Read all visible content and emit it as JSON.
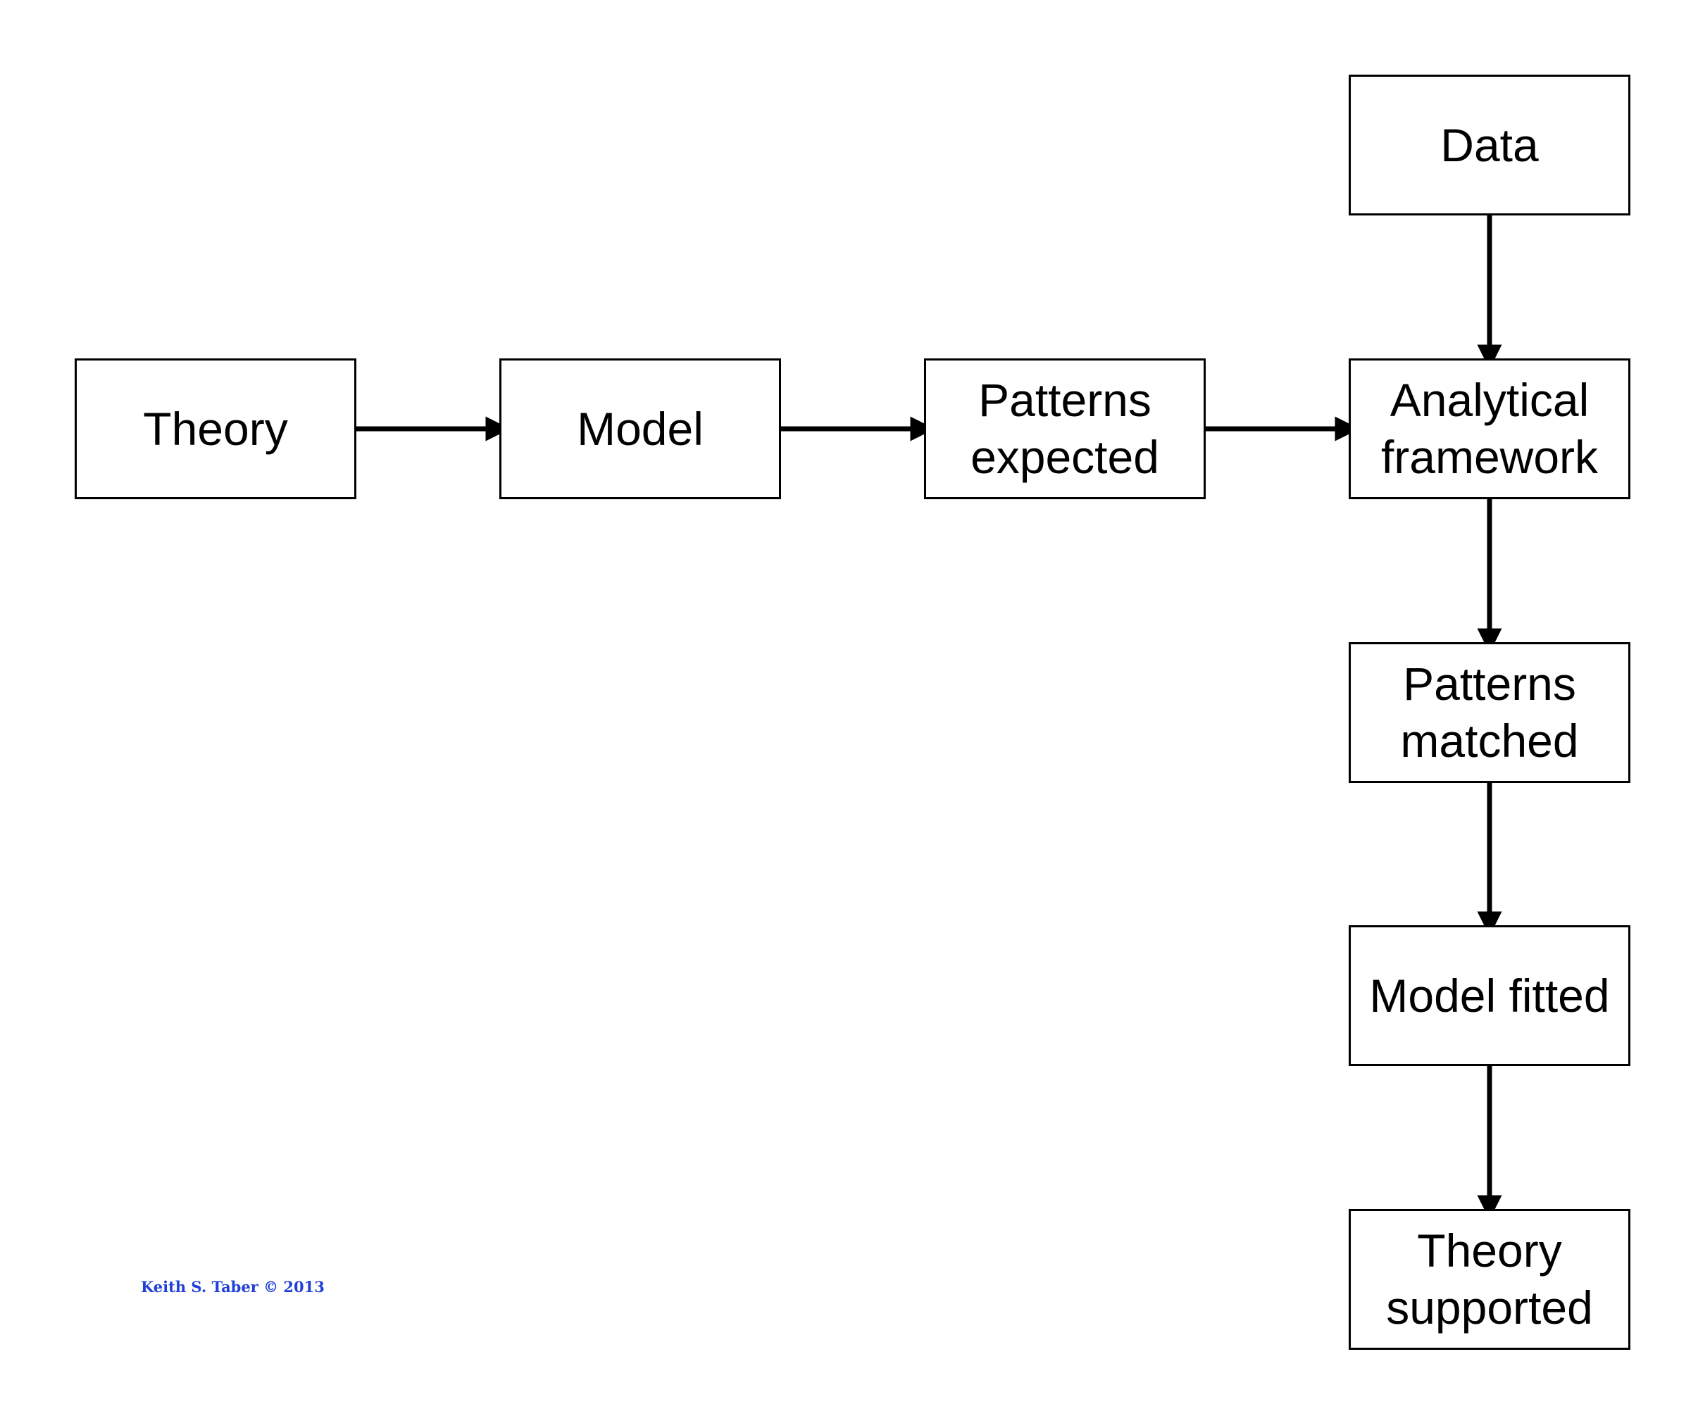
{
  "diagram": {
    "nodes": {
      "theory": "Theory",
      "model": "Model",
      "patterns_expected": "Patterns\nexpected",
      "data": "Data",
      "analytical_framework": "Analytical\nframework",
      "patterns_matched": "Patterns\nmatched",
      "model_fitted": "Model fitted",
      "theory_supported": "Theory\nsupported"
    },
    "edges": [
      {
        "from": "Theory",
        "to": "Model"
      },
      {
        "from": "Model",
        "to": "Patterns expected"
      },
      {
        "from": "Patterns expected",
        "to": "Analytical framework"
      },
      {
        "from": "Data",
        "to": "Analytical framework"
      },
      {
        "from": "Analytical framework",
        "to": "Patterns matched"
      },
      {
        "from": "Patterns matched",
        "to": "Model fitted"
      },
      {
        "from": "Model fitted",
        "to": "Theory supported"
      }
    ],
    "credit": "Keith S. Taber © 2013"
  },
  "colors": {
    "line": "#000000",
    "credit": "#1f3fd6"
  }
}
